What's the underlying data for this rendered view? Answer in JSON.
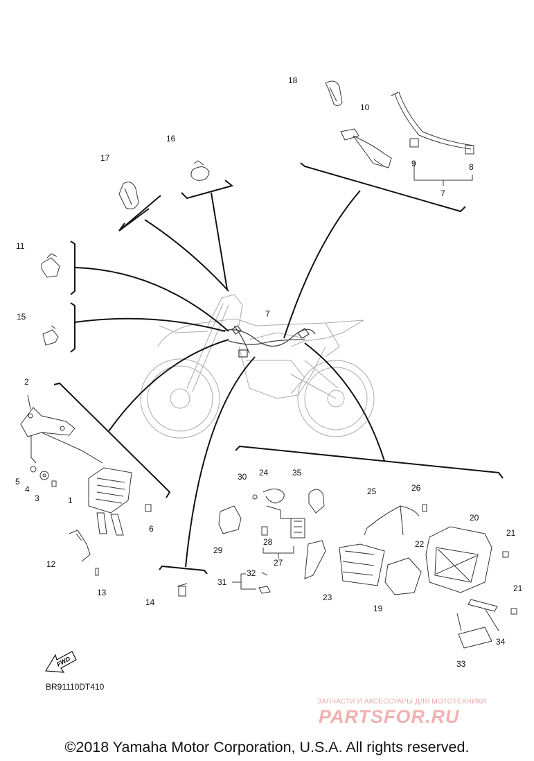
{
  "diagram": {
    "reference_code": "BR91110DT410",
    "callouts": [
      "1",
      "2",
      "3",
      "4",
      "5",
      "6",
      "7",
      "7",
      "8",
      "9",
      "10",
      "11",
      "12",
      "13",
      "14",
      "15",
      "16",
      "17",
      "18",
      "19",
      "20",
      "21",
      "21",
      "22",
      "23",
      "24",
      "25",
      "26",
      "27",
      "28",
      "29",
      "30",
      "31",
      "32",
      "33",
      "34",
      "35"
    ],
    "fwd_label": "FWD"
  },
  "watermark": {
    "subtitle": "ЗАПЧАСТИ И АКСЕССУАРЫ ДЛЯ МОТОТЕХНИКИ",
    "logo": "PARTSFOR.RU"
  },
  "footer": {
    "copyright": "©2018 Yamaha Motor Corporation, U.S.A. All rights reserved."
  }
}
